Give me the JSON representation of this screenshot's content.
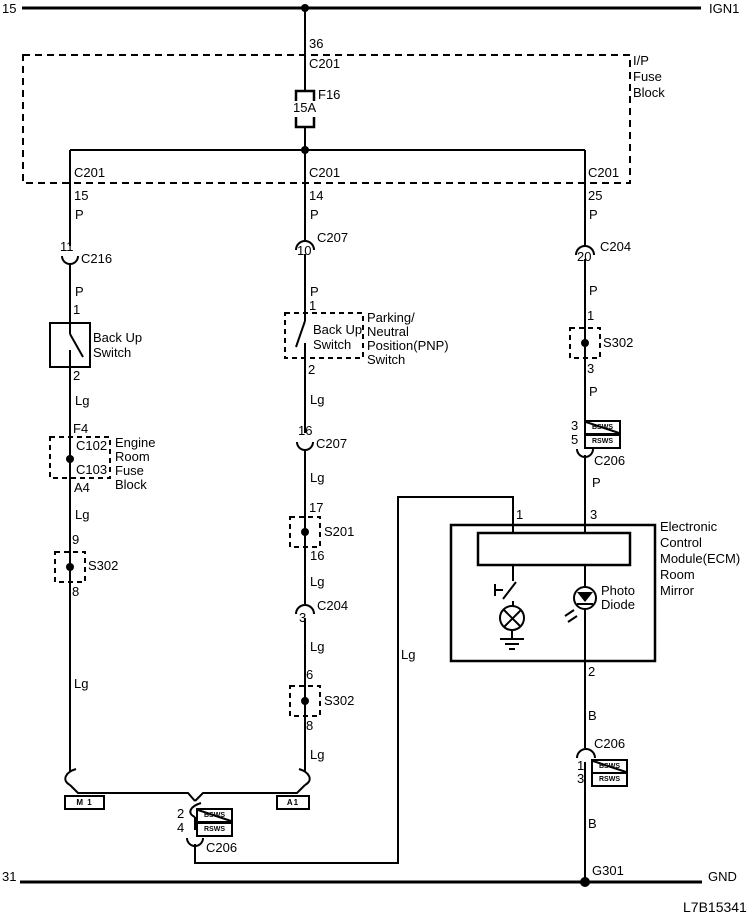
{
  "diagram_code": "L7B15341",
  "colors": {
    "line": "#000000",
    "background": "#ffffff"
  },
  "power_rail": {
    "circuit": "15",
    "name": "IGN1"
  },
  "ground_rail": {
    "circuit": "31",
    "name": "GND"
  },
  "ip_fuse_block": {
    "name": "I/P\nFuse\nBlock",
    "pin": "36",
    "connector": "C201",
    "fuse": "F16",
    "rating": "15A"
  },
  "variants": {
    "a": "BSWS",
    "b": "RSWS"
  },
  "left": {
    "connector_top": "C201",
    "pin_top": "15",
    "wire_color_1": "P",
    "conn_c216_pin": "11",
    "conn_c216": "C216",
    "wire_color_2": "P",
    "switch_pin_in": "1",
    "switch_name": "Back Up\nSwitch",
    "switch_pin_out": "2",
    "wire_color_3": "Lg",
    "fuse_pin_in": "F4",
    "fuse_conn_in": "C102",
    "fuse_conn_out": "C103",
    "fuse_block_name": "Engine\nRoom\nFuse\nBlock",
    "fuse_pin_out": "A4",
    "wire_color_4": "Lg",
    "splice_pin_in": "9",
    "splice_name": "S302",
    "splice_pin_out": "8",
    "wire_color_5": "Lg",
    "tag": "M 1"
  },
  "middle": {
    "connector_top": "C201",
    "pin_top": "14",
    "wire_color_1": "P",
    "conn1_pin": "10",
    "conn1": "C207",
    "wire_color_2": "P",
    "switch_pin_in": "1",
    "switch_name": "Back Up\nSwitch",
    "switch_desc": "Parking/\nNeutral\nPosition(PNP)\nSwitch",
    "switch_pin_out": "2",
    "wire_color_3": "Lg",
    "conn2_pin": "16",
    "conn2": "C207",
    "wire_color_4": "Lg",
    "splice1_pin_in": "17",
    "splice1": "S201",
    "splice1_pin_out": "16",
    "wire_color_5": "Lg",
    "conn3_pin": "3",
    "conn3": "C204",
    "wire_color_6": "Lg",
    "splice2_pin_in": "6",
    "splice2": "S302",
    "splice2_pin_out": "8",
    "wire_color_7": "Lg",
    "tag": "A1"
  },
  "right": {
    "connector_top": "C201",
    "pin_top": "25",
    "wire_color_1": "P",
    "conn1_pin": "20",
    "conn1": "C204",
    "wire_color_2": "P",
    "splice_pin_in": "1",
    "splice": "S302",
    "splice_pin_out": "3",
    "wire_color_3": "P",
    "conn2_pin_a": "3",
    "conn2_pin_b": "5",
    "conn2": "C206",
    "wire_color_4": "P",
    "ecm_pin_in": "3",
    "ecm_pin_out": "2",
    "wire_color_5": "B",
    "conn3": "C206",
    "conn3_pin_a": "1",
    "conn3_pin_b": "3",
    "wire_color_6": "B",
    "ground": "G301"
  },
  "ecm": {
    "pin_1": "1",
    "name": "Electronic\nControl\nModule(ECM)\nRoom\nMirror",
    "photo_diode": "Photo\nDiode"
  },
  "jumper": {
    "wire_color": "Lg",
    "conn_pin_a": "2",
    "conn_pin_b": "4",
    "conn": "C206"
  }
}
